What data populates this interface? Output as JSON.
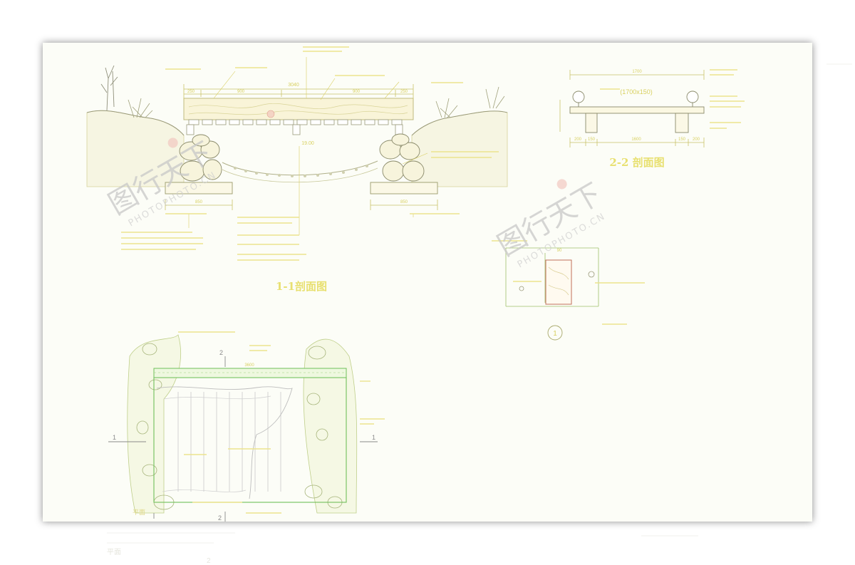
{
  "drawing": {
    "sections": {
      "s11": {
        "title": "1-1剖面图"
      },
      "s22": {
        "title": "2-2 剖面图",
        "span_label": "(1700x150)"
      },
      "detail": {
        "marker": "1"
      }
    },
    "dims": {
      "s11_total": "3040",
      "s11_seg_a": "250",
      "s11_seg_b": "900",
      "s11_seg_c": "900",
      "s11_seg_d": "250",
      "s11_level": "19.00",
      "s11_base_left": "850",
      "s11_base_right": "850",
      "s22_total": "1700",
      "s22_mid": "1600",
      "s22_left_a": "200",
      "s22_left_b": "150",
      "s22_right_a": "150",
      "s22_right_b": "200",
      "plan_total": "3600",
      "detail_width": "90"
    },
    "plan": {
      "label_1_left": "1",
      "label_1_right": "1",
      "label_2_top": "2",
      "label_2_bottom": "2",
      "corner_label": "平面"
    },
    "watermark": {
      "cn": "图行天下",
      "en": "PHOTOPHOTO.CN"
    }
  }
}
